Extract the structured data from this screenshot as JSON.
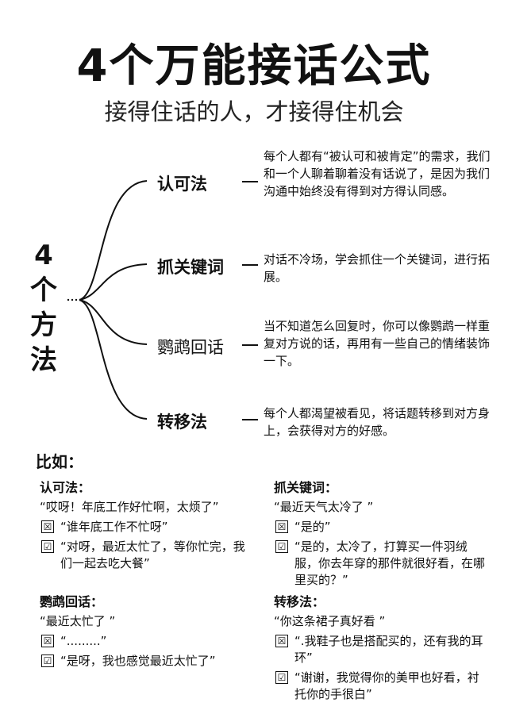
{
  "header": {
    "title": "4个万能接话公式",
    "subtitle": "接得住话的人，才接得住机会"
  },
  "side_label": [
    "4",
    "个",
    "方",
    "法"
  ],
  "methods": [
    {
      "name": "认可法",
      "desc": "每个人都有“被认可和被肯定”的需求，我们和一个人聊着聊着没有话说了，是因为我们沟通中始终没有得到对方得认同感。"
    },
    {
      "name": "抓关键词",
      "desc": "对话不冷场，学会抓住一个关键词，进行拓展。"
    },
    {
      "name": "鹦鹉回话",
      "desc": "当不知道怎么回复时，你可以像鹦鹉一样重复对方说的话，再用有一些自己的情绪装饰一下。"
    },
    {
      "name": "转移法",
      "desc": "每个人都渴望被看见，将话题转移到对方身上，会获得对方的好感。"
    }
  ],
  "examples": {
    "heading": "比如：",
    "wrong_icon": "☒",
    "right_icon": "☑",
    "items": [
      {
        "name": "认可法：",
        "prompt": "“哎呀！年底工作好忙啊，太烦了”",
        "wrong": "“谁年底工作不忙呀”",
        "right": "“对呀，最近太忙了，等你忙完，我们一起去吃大餐”"
      },
      {
        "name": "抓关键词：",
        "prompt": "“最近天气太冷了 ”",
        "wrong": "“是的”",
        "right": "“是的，太冷了，打算买一件羽绒服，你去年穿的那件就很好看，在哪里买的？”"
      },
      {
        "name": "鹦鹉回话：",
        "prompt": "“最近太忙了 ”",
        "wrong": "“.........”",
        "right": "“是呀，我也感觉最近太忙了”"
      },
      {
        "name": "转移法：",
        "prompt": "“你这条裙子真好看 ”",
        "wrong": "“.我鞋子也是搭配买的，还有我的耳 环”",
        "right": "“谢谢，我觉得你的美甲也好看，衬托你的手很白”"
      }
    ]
  }
}
